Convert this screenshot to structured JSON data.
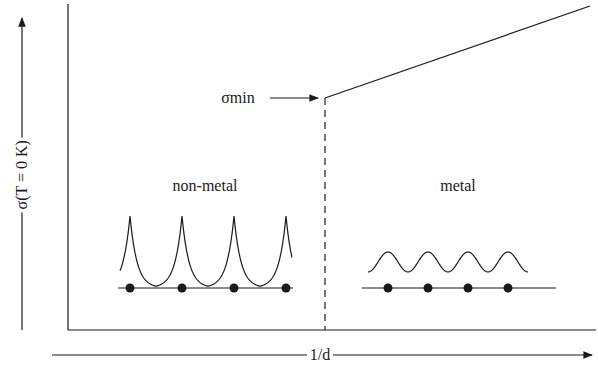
{
  "diagram": {
    "labels": [
      "σ(T = 0 K)",
      "1/d",
      "σmin",
      "non-metal",
      "metal"
    ]
  }
}
